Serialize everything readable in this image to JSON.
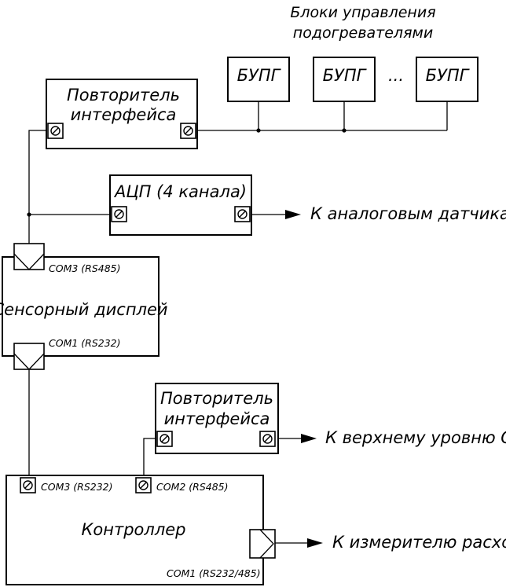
{
  "heater_group_label_line1": "Блоки управления",
  "heater_group_label_line2": "подогревателями",
  "bupg_label": "БУПГ",
  "ellipsis": "...",
  "repeater_label_line1": "Повторитель",
  "repeater_label_line2": "интерфейса",
  "adc_label": "АЦП (4 канала)",
  "to_analog_sensors": "К аналоговым датчикам",
  "display_label": "Сенсорный дисплей",
  "display_com3": "COM3 (RS485)",
  "display_com1": "COM1 (RS232)",
  "to_upper_level": "К верхнему уровню САУ",
  "controller_label": "Контроллер",
  "controller_com3": "COM3 (RS232)",
  "controller_com2": "COM2 (RS485)",
  "controller_com1": "COM1 (RS232/485)",
  "to_flow_meter": "К измерителю расхода"
}
